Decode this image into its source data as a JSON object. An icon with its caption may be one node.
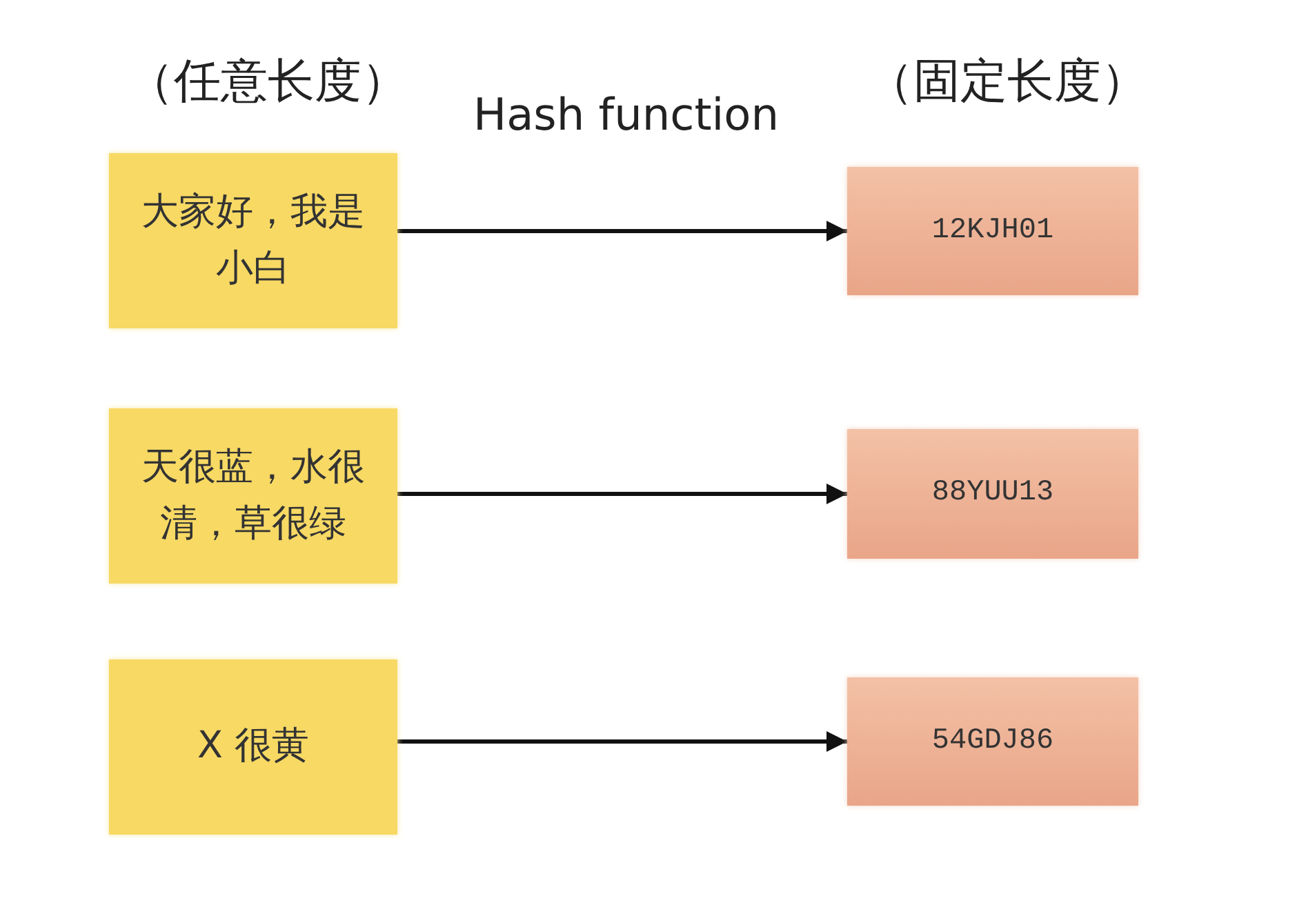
{
  "diagram": {
    "nodes": [
      {
        "text": [
          "大家好，我是小白"
        ]
      },
      {
        "text": [
          "天很蓝，水很清，草很绿"
        ]
      },
      {
        "text": [
          "X 很黄"
        ]
      },
      {
        "text": [
          "12KJH01"
        ]
      },
      {
        "text": [
          "88YUU13"
        ]
      },
      {
        "text": [
          "54GDJ86"
        ]
      }
    ],
    "edges": [
      {
        "from": 0,
        "to": 3,
        "arrow": "to"
      },
      {
        "from": 1,
        "to": 4,
        "arrow": "to"
      },
      {
        "from": 2,
        "to": 5,
        "arrow": "to"
      }
    ],
    "labels": [
      "（任意长度）",
      "Hash function",
      "（固定长度）"
    ]
  }
}
